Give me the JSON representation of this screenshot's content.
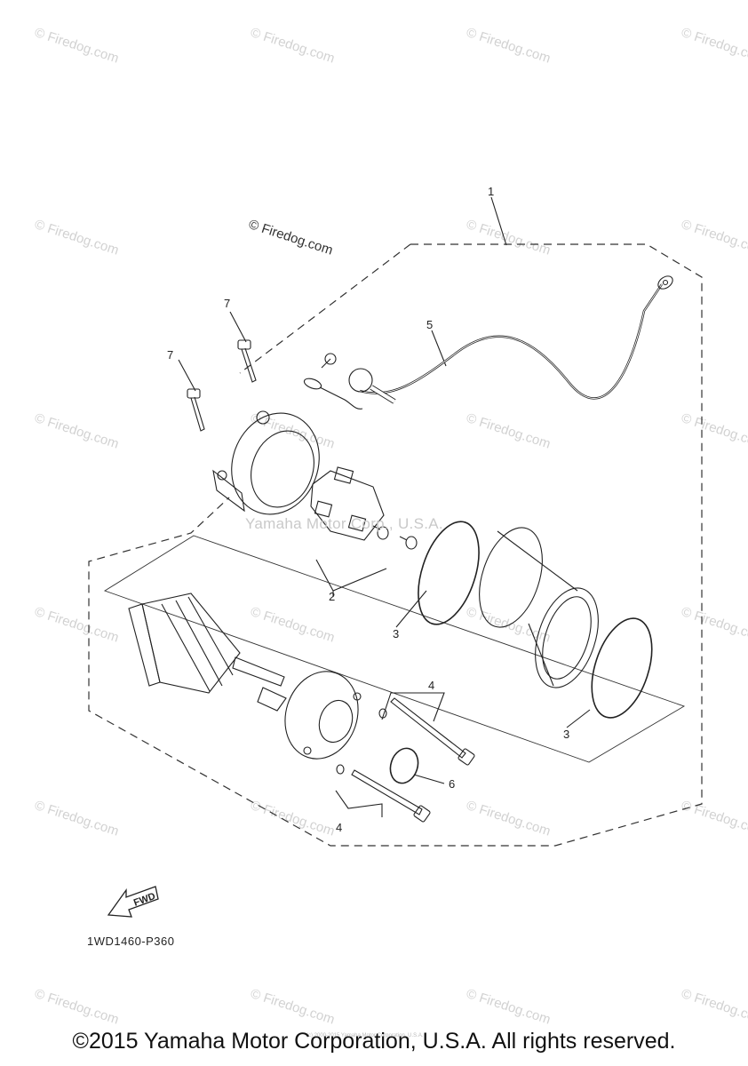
{
  "watermark": {
    "text": "© Firedog.com"
  },
  "corner_watermark": {
    "text": "© Firedog.com"
  },
  "center_stamp": {
    "text": "Yamaha Motor Corp., U.S.A."
  },
  "callouts": {
    "c1": "1",
    "c2": "2",
    "c3a": "3",
    "c3b": "3",
    "c4a": "4",
    "c4b": "4",
    "c5": "5",
    "c6": "6",
    "c7a": "7",
    "c7b": "7"
  },
  "fwd_label": "FWD",
  "diagram_code": "1WD1460-P360",
  "copyright": "©2015 Yamaha Motor Corporation, U.S.A. All rights reserved.",
  "tiny_copyright": "(c) 2000-2015 Yamaha Motor Corporation, U.S.A."
}
